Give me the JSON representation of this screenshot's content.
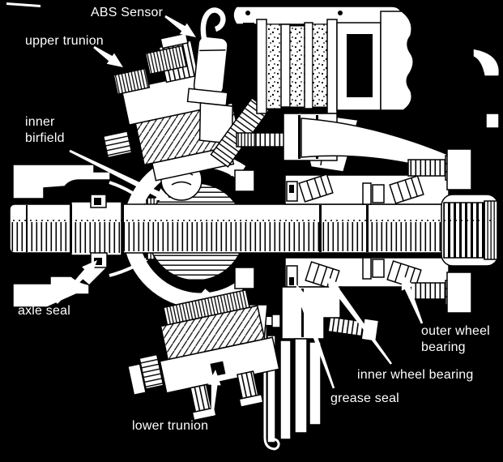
{
  "diagram": {
    "background_color": "#000000",
    "line_art_color": "#ffffff",
    "label_text_color": "#ffffff",
    "labels": {
      "abs_sensor": "ABS Sensor",
      "upper_trunion": "upper trunion",
      "inner_birfield": "inner birfield",
      "axle_seal": "axle seal",
      "lower_trunion": "lower trunion",
      "grease_seal": "grease seal",
      "inner_wheel_bearing": "inner wheel bearing",
      "outer_wheel_bearing": "outer wheel bearing"
    }
  }
}
